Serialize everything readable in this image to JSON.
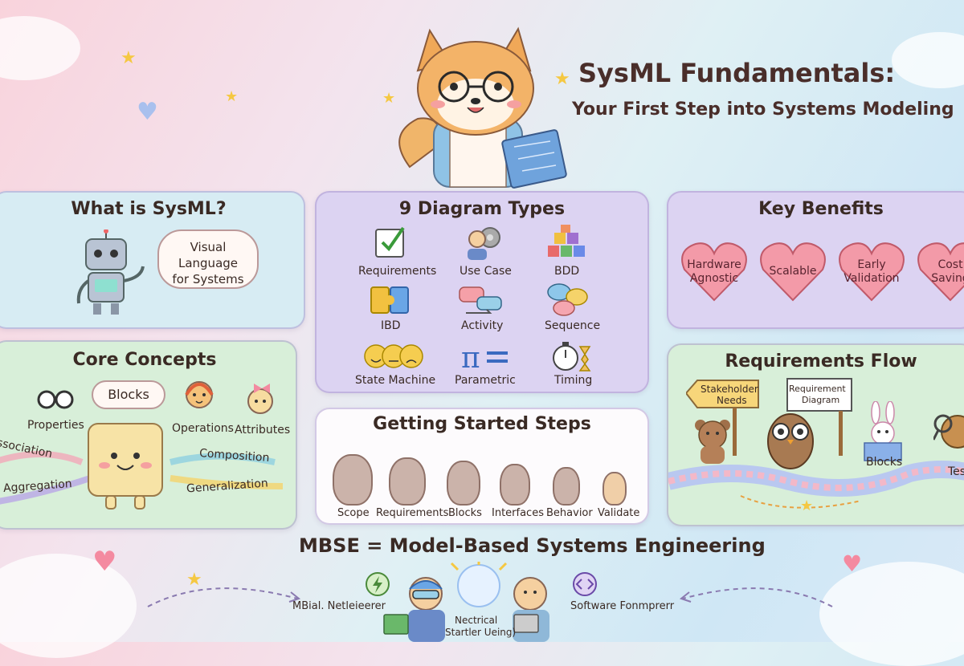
{
  "header": {
    "title": "SysML Fundamentals:",
    "subtitle": "Your First Step into Systems Modeling"
  },
  "what_is": {
    "title": "What is SysML?",
    "bubble_line1": "Visual Language",
    "bubble_line2": "for Systems"
  },
  "diagram_types": {
    "title": "9 Diagram Types",
    "items": [
      {
        "label": "Requirements",
        "icon": "checklist-icon"
      },
      {
        "label": "Use Case",
        "icon": "gear-person-icon"
      },
      {
        "label": "BDD",
        "icon": "blocks-icon"
      },
      {
        "label": "IBD",
        "icon": "puzzle-icon"
      },
      {
        "label": "Activity",
        "icon": "chat-arrows-icon"
      },
      {
        "label": "Sequence",
        "icon": "chat-bubbles-icon"
      },
      {
        "label": "State Machine",
        "icon": "faces-icon"
      },
      {
        "label": "Parametric",
        "icon": "pi-equals-icon"
      },
      {
        "label": "Timing",
        "icon": "stopwatch-icon"
      }
    ]
  },
  "benefits": {
    "title": "Key Benefits",
    "items": [
      {
        "line1": "Hardware",
        "line2": "Agnostic"
      },
      {
        "line1": "Scalable",
        "line2": ""
      },
      {
        "line1": "Early",
        "line2": "Validation"
      },
      {
        "line1": "Cost",
        "line2": "Saving"
      }
    ],
    "heart_color": "#f39aa8"
  },
  "core": {
    "title": "Core Concepts",
    "center": "Blocks",
    "labels": {
      "properties": "Properties",
      "operations": "Operations",
      "attributes": "Attributes",
      "association": "Association",
      "composition": "Composition",
      "aggregation": "Aggregation",
      "generalization": "Generalization"
    }
  },
  "steps": {
    "title": "Getting Started Steps",
    "items": [
      "Scope",
      "Requirements",
      "Blocks",
      "Interfaces",
      "Behavior",
      "Validate"
    ]
  },
  "req_flow": {
    "title": "Requirements Flow",
    "sign1_line1": "Stakeholder",
    "sign1_line2": "Needs",
    "sign2_line1": "Requirement",
    "sign2_line2": "Diagram",
    "blocks": "Blocks",
    "test": "Tes"
  },
  "mbse": {
    "title": "MBSE = Model-Based Systems Engineering",
    "left_label": "MBial. Netleieerer",
    "right_label": "Software Fonmprerr",
    "center_line1": "Nectrical",
    "center_line2": "Startler Ueing)"
  },
  "colors": {
    "panel_blue": "#d7ecf3",
    "panel_purple": "#dcd3f2",
    "panel_green": "#d8efd9",
    "panel_white": "#fdfbfd",
    "accent_star": "#f5c842"
  }
}
